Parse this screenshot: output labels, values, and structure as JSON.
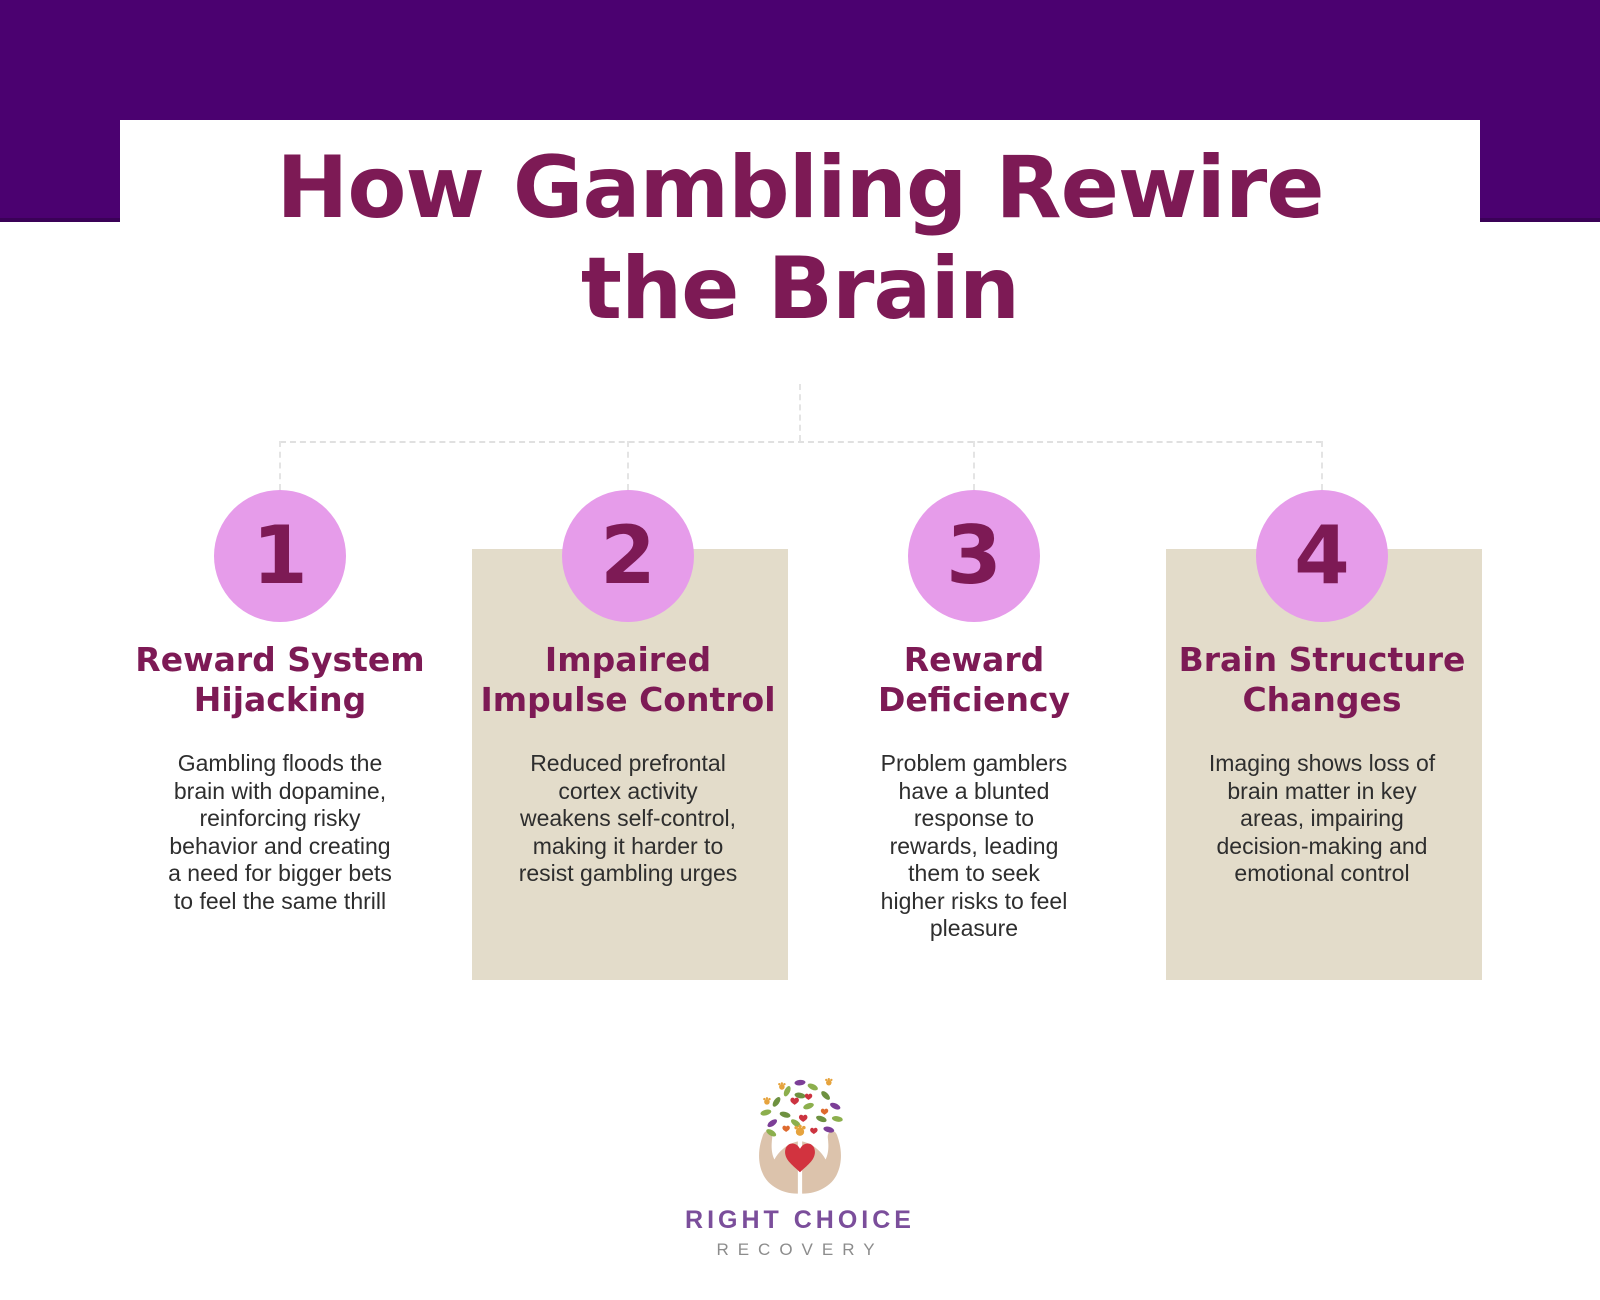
{
  "header": {
    "title_lines": [
      "How Gambling Rewire",
      "the Brain"
    ]
  },
  "columns": [
    {
      "number": "1",
      "heading_lines": [
        "Reward System",
        "Hijacking"
      ],
      "body_lines": [
        "Gambling floods the",
        "brain with dopamine,",
        "reinforcing risky",
        "behavior and creating",
        "a need for bigger bets",
        "to feel the same thrill"
      ]
    },
    {
      "number": "2",
      "heading_lines": [
        "Impaired",
        "Impulse Control"
      ],
      "body_lines": [
        "Reduced prefrontal",
        "cortex activity",
        "weakens self-control,",
        "making it harder to",
        "resist gambling urges"
      ]
    },
    {
      "number": "3",
      "heading_lines": [
        "Reward",
        "Deficiency"
      ],
      "body_lines": [
        "Problem gamblers",
        "have a blunted",
        "response to",
        "rewards, leading",
        "them to seek",
        "higher risks to feel",
        "pleasure"
      ]
    },
    {
      "number": "4",
      "heading_lines": [
        "Brain Structure",
        "Changes"
      ],
      "body_lines": [
        "Imaging shows loss of",
        "brain matter in key",
        "areas, impairing",
        "decision-making and",
        "emotional control"
      ]
    }
  ],
  "footer": {
    "logo_icon": "hands-tree-heart-logo",
    "brand_name": "RIGHT CHOICE",
    "brand_subtitle": "RECOVERY"
  },
  "colors": {
    "header_band": "#4B0170",
    "title_text": "#7D1A55",
    "circle_fill": "#E69CEA",
    "panel_beige": "#E3DCCA",
    "body_text": "#2E2E2E",
    "brand_purple": "#7B4E9B",
    "brand_gray": "#8C8C8C"
  }
}
